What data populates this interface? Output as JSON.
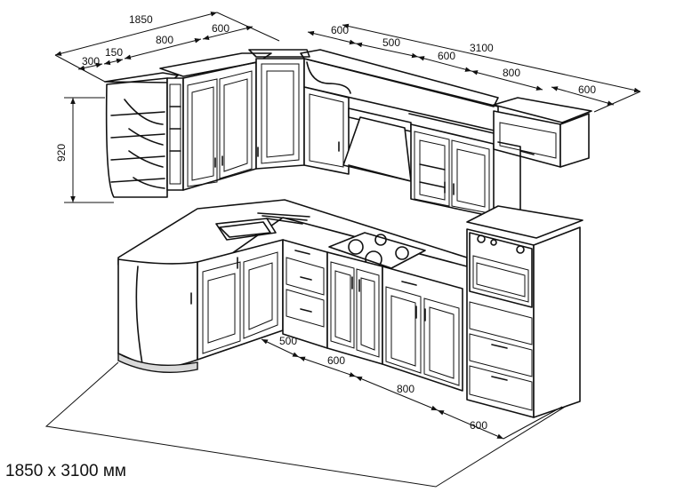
{
  "dimensions": {
    "top_total_left": "1850",
    "top_300": "300",
    "top_150": "150",
    "top_800": "800",
    "top_600_left": "600",
    "top_600_a": "600",
    "top_500": "500",
    "top_600_b": "600",
    "top_800_right": "800",
    "top_total_right": "3100",
    "top_600_right": "600",
    "height_920": "920",
    "floor_500": "500",
    "floor_600": "600",
    "floor_800": "800",
    "floor_600_right": "600"
  },
  "caption": "1850 x 3100 мм"
}
